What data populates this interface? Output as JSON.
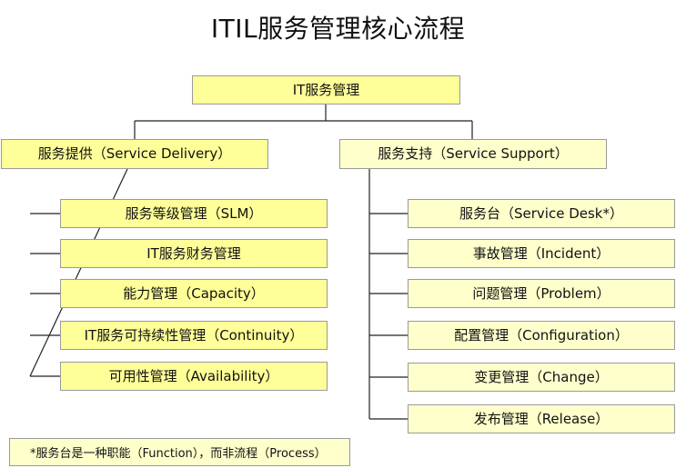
{
  "title": "ITIL服务管理核心流程",
  "root": "IT服务管理",
  "delivery": {
    "label": "服务提供（Service Delivery）",
    "items": [
      "服务等级管理（SLM）",
      "IT服务财务管理",
      "能力管理（Capacity）",
      "IT服务可持续性管理（Continuity）",
      "可用性管理（Availability）"
    ]
  },
  "support": {
    "label": "服务支持（Service Support）",
    "items": [
      "服务台（Service Desk*）",
      "事故管理（Incident）",
      "问题管理（Problem）",
      "配置管理（Configuration）",
      "变更管理（Change）",
      "发布管理（Release）"
    ]
  },
  "footnote": "*服务台是一种职能（Function），而非流程（Process）",
  "colors": {
    "box_fill": "#ffff99",
    "box_fill_light": "#ffffcc",
    "border": "#9a9a9a",
    "line": "#222222"
  }
}
